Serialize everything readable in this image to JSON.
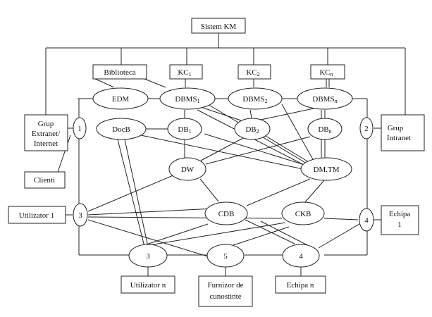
{
  "diagram": {
    "title": "Sistem KM",
    "nodes": {
      "biblioteca": "Biblioteca",
      "kc1": {
        "base": "KC",
        "sub": "1"
      },
      "kc2": {
        "base": "KC",
        "sub": "2"
      },
      "kcn": {
        "base": "KC",
        "sub": "n"
      },
      "edm": "EDM",
      "dbms1": {
        "base": "DBMS",
        "sub": "1"
      },
      "dbms2": {
        "base": "DBMS",
        "sub": "2"
      },
      "dbmsn": {
        "base": "DBMS",
        "sub": "n"
      },
      "docb": "DocB",
      "db1": {
        "base": "DB",
        "sub": "1"
      },
      "db2": {
        "base": "DB",
        "sub": "2"
      },
      "dbn": {
        "base": "DB",
        "sub": "n"
      },
      "dw": "DW",
      "dmtm": "DM.TM",
      "cdb": "CDB",
      "ckb": "CKB",
      "grup_extranet": [
        "Grup",
        "Extranet/",
        "Internet"
      ],
      "grup_intranet": [
        "Grup",
        "Intranet"
      ],
      "clienti": "Clienti",
      "utilizator1": "Utilizator  1",
      "echipa1": [
        "Echipa",
        "1"
      ],
      "utilizator_n": "Utilizator n",
      "furnizor": [
        "Furnizor de",
        "cunostinte"
      ],
      "echipa_n": "Echipa n",
      "n_left_1": "1",
      "n_right_2": "2",
      "n_left_3": "3",
      "n_right_4": "4",
      "n_bottom_3": "3",
      "n_bottom_5": "5",
      "n_bottom_4": "4"
    }
  }
}
